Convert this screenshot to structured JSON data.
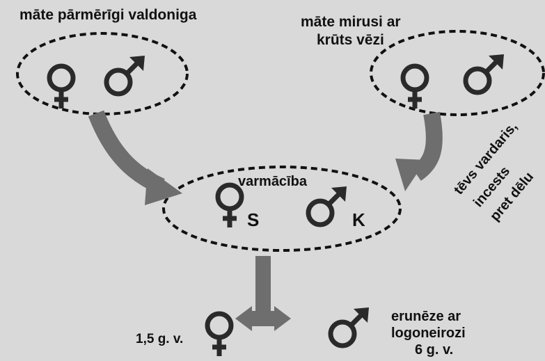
{
  "labels": {
    "mother_dominant": "māte pārmērīgi valdoniga",
    "mother_died_line1": "māte mirusi ar",
    "mother_died_line2": "krūts vēzi",
    "violence": "varmācība",
    "s": "S",
    "k": "K",
    "father_line1": "tēvs vardaris,",
    "father_line2": "incests",
    "father_line3": "pret dēlu",
    "age_left": "1,5 g. v.",
    "right_line1": "erunēze ar",
    "right_line2": "logoneirozi",
    "right_line3": "6 g. v."
  },
  "colors": {
    "ink": "#111111",
    "arrow": "#6e6e6e",
    "background": "#d9d9d9"
  },
  "icons": [
    "female-symbol-icon",
    "male-symbol-icon"
  ]
}
